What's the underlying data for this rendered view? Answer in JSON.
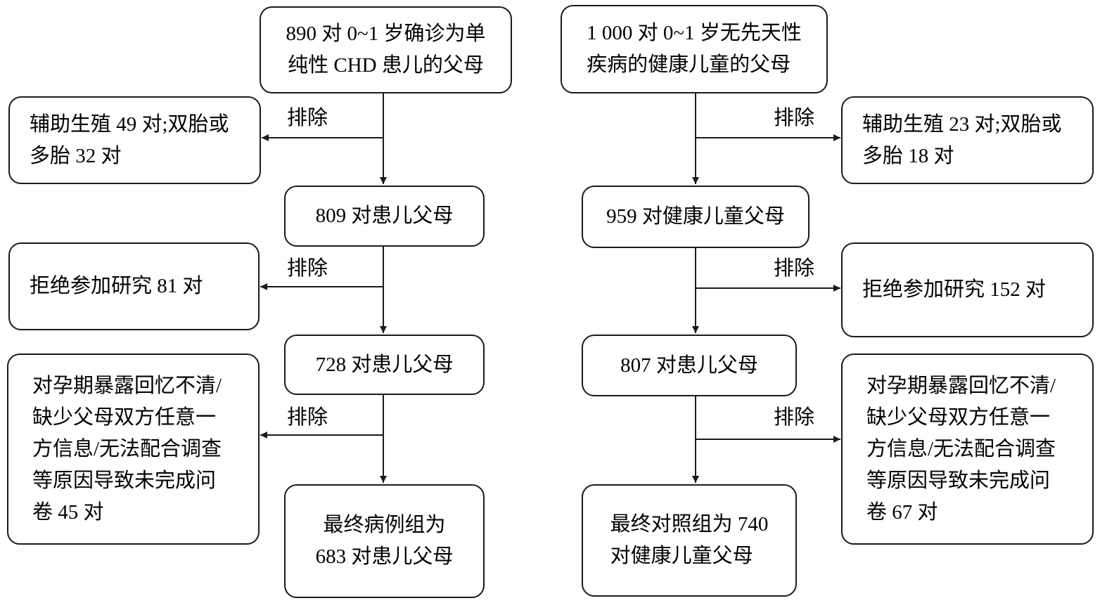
{
  "left_column": {
    "start": "890 对 0~1 岁确诊为单\n纯性 CHD 患儿的父母",
    "exclusions": [
      "辅助生殖 49 对;双胎或\n多胎 32 对",
      "拒绝参加研究 81 对",
      "对孕期暴露回忆不清/\n缺少父母双方任意一\n方信息/无法配合调查\n等原因导致未完成问\n卷 45 对"
    ],
    "steps": [
      "809 对患儿父母",
      "728 对患儿父母"
    ],
    "final": "最终病例组为\n683 对患儿父母"
  },
  "right_column": {
    "start": "1 000 对 0~1 岁无先天性\n疾病的健康儿童的父母",
    "exclusions": [
      "辅助生殖 23 对;双胎或\n多胎 18 对",
      "拒绝参加研究 152 对",
      "对孕期暴露回忆不清/\n缺少父母双方任意一\n方信息/无法配合调查\n等原因导致未完成问\n卷 67 对"
    ],
    "steps": [
      "959 对健康儿童父母",
      "807 对患儿父母"
    ],
    "final": "最终对照组为 740\n对健康儿童父母"
  },
  "exclude_label": "排除"
}
